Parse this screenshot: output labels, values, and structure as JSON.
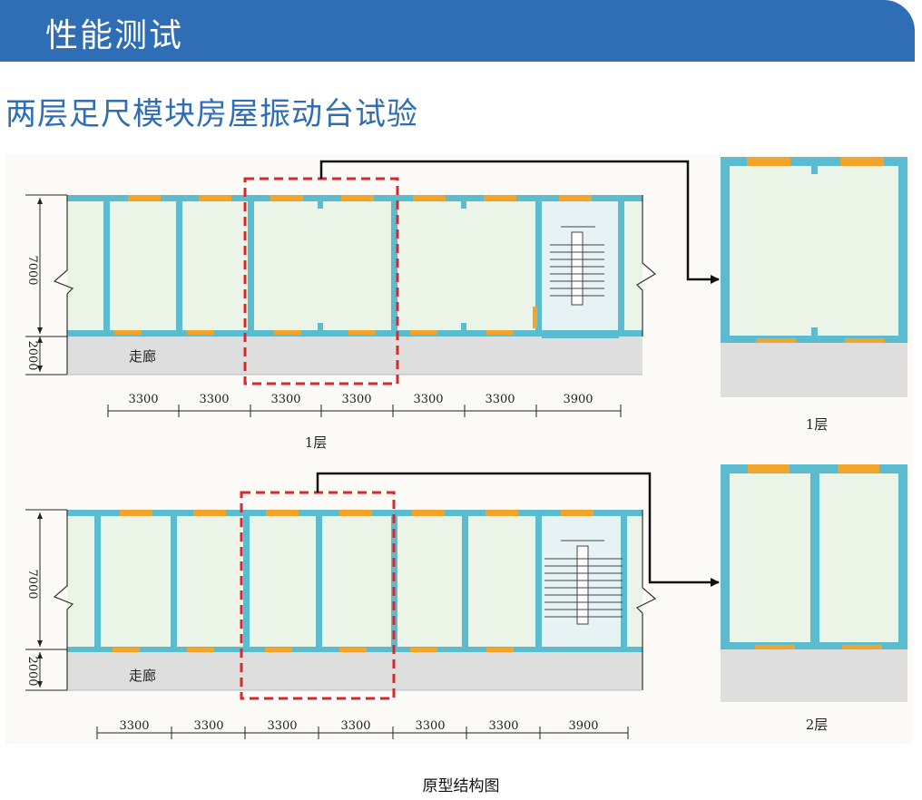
{
  "header": {
    "title": "性能测试"
  },
  "subtitle": "两层足尺模块房屋振动台试验",
  "figure": {
    "caption": "原型结构图",
    "floors": [
      {
        "floor_label": "1层",
        "detail_label": "1层",
        "corridor_label": "走廊",
        "room_depth": "7000",
        "corridor_depth": "2000",
        "bay_widths": [
          "3300",
          "3300",
          "3300",
          "3300",
          "3300",
          "3300",
          "3900"
        ]
      },
      {
        "floor_label": "2层",
        "detail_label": "2层",
        "corridor_label": "走廊",
        "room_depth": "7000",
        "corridor_depth": "2000",
        "bay_widths": [
          "3300",
          "3300",
          "3300",
          "3300",
          "3300",
          "3300",
          "3900"
        ]
      }
    ]
  },
  "colors": {
    "banner": "#2f6db5",
    "wall": "#5bbcd0",
    "window": "#f2a52a",
    "room_fill": "#eaf5e7",
    "corridor_fill": "#dedede",
    "highlight": "#d9272b"
  }
}
